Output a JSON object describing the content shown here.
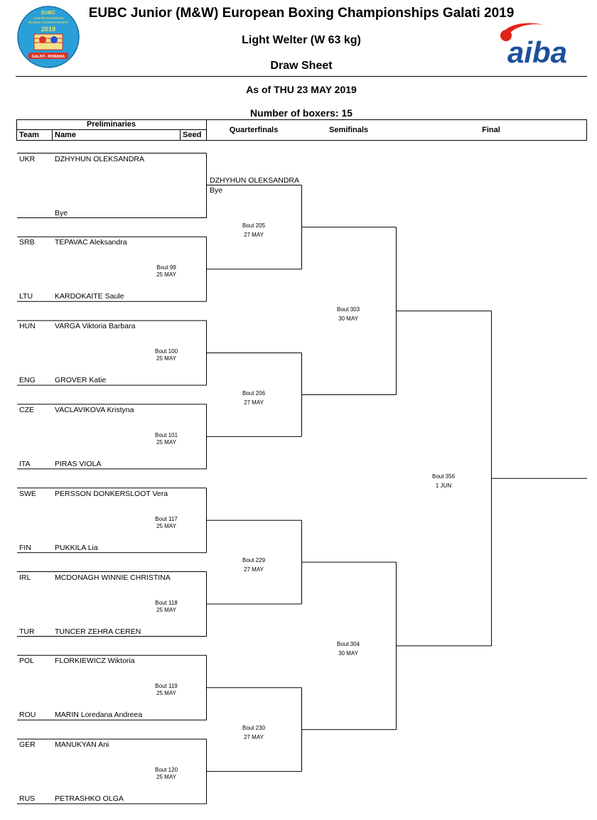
{
  "header": {
    "event": "EUBC Junior (M&W) European Boxing Championships Galati 2019",
    "weight_class": "Light Welter (W 63 kg)",
    "sheet": "Draw Sheet",
    "as_of": "As of THU 23 MAY 2019",
    "num_boxers": "Number of boxers: 15",
    "logo_text": [
      "EUBC",
      "JUNIOR EUROPEAN",
      "BOXING CHAMPIONSHIPS",
      "2019",
      "GALATI - ROMANIA"
    ],
    "brand": "aiba",
    "brand_color": "#1d4f9c",
    "brand_accent": "#e2231a"
  },
  "columns": {
    "preliminaries": "Preliminaries",
    "team": "Team",
    "name": "Name",
    "seed": "Seed",
    "quarterfinals": "Quarterfinals",
    "semifinals": "Semifinals",
    "final": "Final"
  },
  "entries": [
    {
      "team": "UKR",
      "name": "DZHYHUN OLEKSANDRA"
    },
    {
      "team": "",
      "name": "Bye"
    },
    {
      "team": "SRB",
      "name": "TEPAVAC Aleksandra"
    },
    {
      "team": "LTU",
      "name": "KARDOKAITE Saule"
    },
    {
      "team": "HUN",
      "name": "VARGA Viktoria Barbara"
    },
    {
      "team": "ENG",
      "name": "GROVER Katie"
    },
    {
      "team": "CZE",
      "name": "VACLAVIKOVA Kristyna"
    },
    {
      "team": "ITA",
      "name": "PIRAS VIOLA"
    },
    {
      "team": "SWE",
      "name": "PERSSON DONKERSLOOT Vera"
    },
    {
      "team": "FIN",
      "name": "PUKKILA Lia"
    },
    {
      "team": "IRL",
      "name": "MCDONAGH WINNIE CHRISTINA"
    },
    {
      "team": "TUR",
      "name": "TUNCER ZEHRA CEREN"
    },
    {
      "team": "POL",
      "name": "FLORKIEWICZ Wiktoria"
    },
    {
      "team": "ROU",
      "name": "MARIN Loredana Andreea"
    },
    {
      "team": "GER",
      "name": "MANUKYAN Ani"
    },
    {
      "team": "RUS",
      "name": "PETRASHKO OLGA"
    }
  ],
  "prelim_bouts": [
    null,
    {
      "bout": "Bout 99",
      "date": "25 MAY"
    },
    {
      "bout": "Bout 100",
      "date": "25 MAY"
    },
    {
      "bout": "Bout 101",
      "date": "25 MAY"
    },
    {
      "bout": "Bout 117",
      "date": "25 MAY"
    },
    {
      "bout": "Bout 118",
      "date": "25 MAY"
    },
    {
      "bout": "Bout 119",
      "date": "25 MAY"
    },
    {
      "bout": "Bout 120",
      "date": "25 MAY"
    }
  ],
  "qf_advanced": {
    "name": "DZHYHUN OLEKSANDRA",
    "note": "Bye"
  },
  "qf_bouts": [
    {
      "bout": "Bout 205",
      "date": "27 MAY"
    },
    {
      "bout": "Bout 206",
      "date": "27 MAY"
    },
    {
      "bout": "Bout 229",
      "date": "27 MAY"
    },
    {
      "bout": "Bout 230",
      "date": "27 MAY"
    }
  ],
  "sf_bouts": [
    {
      "bout": "Bout 303",
      "date": "30 MAY"
    },
    {
      "bout": "Bout 304",
      "date": "30 MAY"
    }
  ],
  "final_bout": {
    "bout": "Bout 356",
    "date": "1 JUN"
  }
}
